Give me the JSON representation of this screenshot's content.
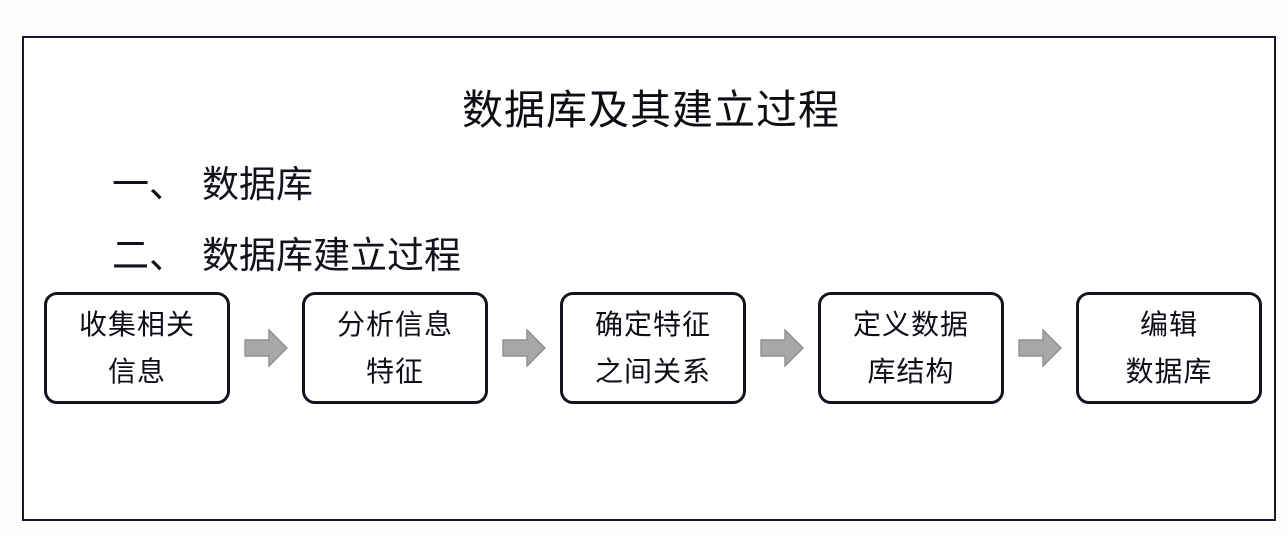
{
  "slide": {
    "title": "数据库及其建立过程",
    "outline": [
      {
        "num": "一、",
        "label": "数据库"
      },
      {
        "num": "二、",
        "label": "数据库建立过程"
      }
    ],
    "flow": {
      "arrow_icon": "right-block-arrow-icon",
      "arrow_fill": "#a8a8a8",
      "arrow_stroke": "#8f8f8f",
      "box_border_color": "#14141f",
      "text_color": "#0e0e18",
      "steps": [
        {
          "line1": "收集相关",
          "line2": "信息"
        },
        {
          "line1": "分析信息",
          "line2": "特征"
        },
        {
          "line1": "确定特征",
          "line2": "之间关系"
        },
        {
          "line1": "定义数据",
          "line2": "库结构"
        },
        {
          "line1": "编辑",
          "line2": "数据库"
        }
      ]
    },
    "frame_border_color": "#18182c",
    "background_color": "#ffffff"
  }
}
